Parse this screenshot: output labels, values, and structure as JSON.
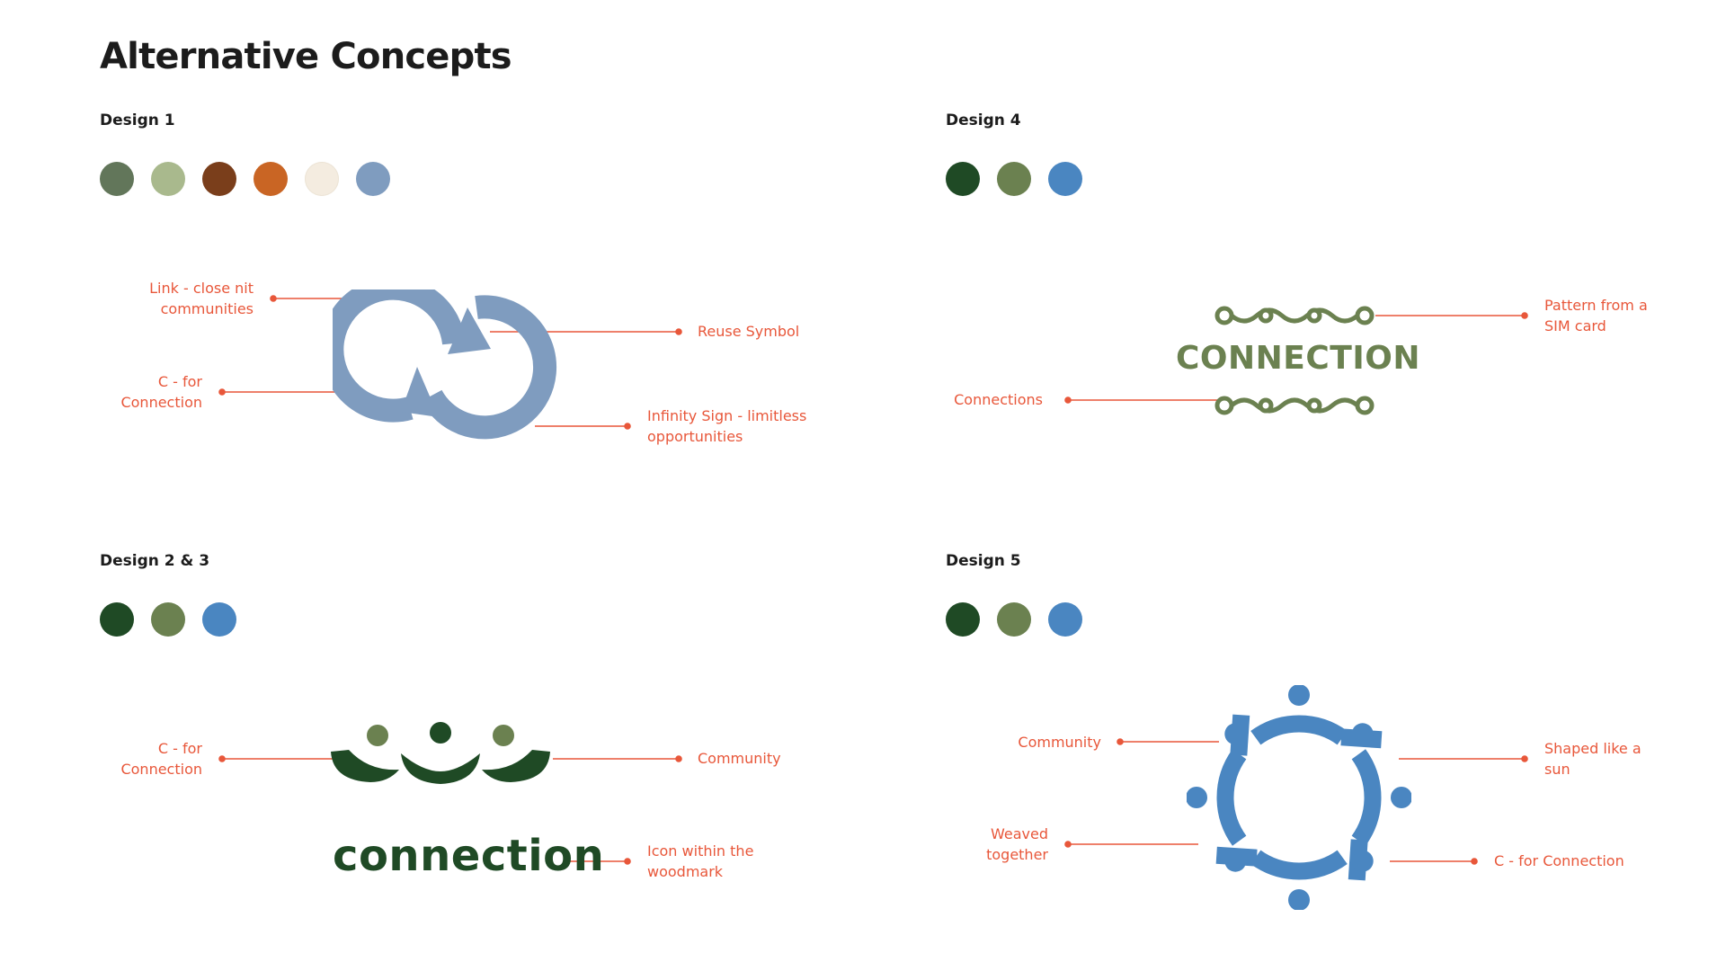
{
  "page": {
    "title": "Alternative Concepts"
  },
  "colors": {
    "annotation": "#e8573a",
    "title": "#1c1c1c",
    "dark_green": "#1f4a25",
    "olive_green": "#6b8150",
    "blue": "#4a86c1",
    "slate_blue": "#7f9cbf"
  },
  "designs": [
    {
      "id": "design-1",
      "title": "Design 1",
      "palette": [
        "#62765a",
        "#a9b98d",
        "#7a3e1b",
        "#c96524",
        "#f4ece0",
        "#7f9cbf"
      ],
      "annotations": [
        {
          "id": "link",
          "lines": [
            "Link - close nit",
            "communities"
          ]
        },
        {
          "id": "c-for-connection",
          "lines": [
            "C - for",
            "Connection"
          ]
        },
        {
          "id": "reuse-symbol",
          "lines": [
            "Reuse Symbol"
          ]
        },
        {
          "id": "infinity-sign",
          "lines": [
            "Infinity Sign - limitless",
            "opportunities"
          ]
        }
      ]
    },
    {
      "id": "design-4",
      "title": "Design 4",
      "palette": [
        "#1f4a25",
        "#6b8150",
        "#4a86c1"
      ],
      "wordmark": "CONNECTION",
      "annotations": [
        {
          "id": "sim-pattern",
          "lines": [
            "Pattern from a",
            "SIM card"
          ]
        },
        {
          "id": "connections",
          "lines": [
            "Connections"
          ]
        }
      ]
    },
    {
      "id": "design-2-3",
      "title": "Design 2 & 3",
      "palette": [
        "#1f4a25",
        "#6b8150",
        "#4a86c1"
      ],
      "wordmark": "connection",
      "annotations": [
        {
          "id": "c-for-connection",
          "lines": [
            "C - for",
            "Connection"
          ]
        },
        {
          "id": "community",
          "lines": [
            "Community"
          ]
        },
        {
          "id": "icon-in-woodmark",
          "lines": [
            "Icon within the",
            "woodmark"
          ]
        }
      ]
    },
    {
      "id": "design-5",
      "title": "Design 5",
      "palette": [
        "#1f4a25",
        "#6b8150",
        "#4a86c1"
      ],
      "annotations": [
        {
          "id": "community",
          "lines": [
            "Community"
          ]
        },
        {
          "id": "sun",
          "lines": [
            "Shaped like a",
            "sun"
          ]
        },
        {
          "id": "weaved",
          "lines": [
            "Weaved",
            "together"
          ]
        },
        {
          "id": "c-for-connection",
          "lines": [
            "C - for Connection"
          ]
        }
      ]
    }
  ]
}
